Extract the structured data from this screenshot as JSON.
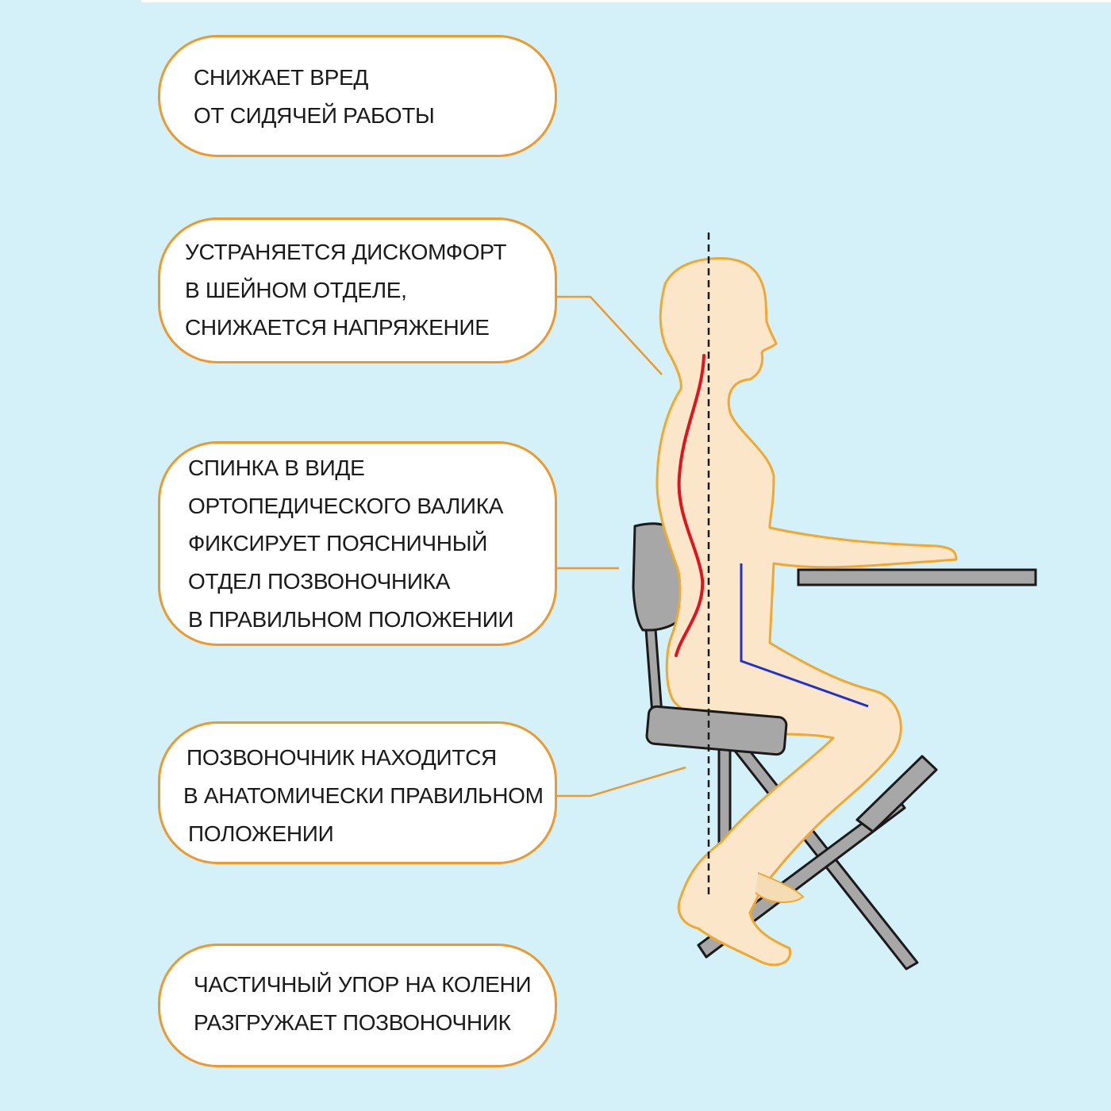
{
  "callouts": [
    {
      "lines": [
        "СНИЖАЕТ ВРЕД",
        "ОТ СИДЯЧЕЙ РАБОТЫ"
      ]
    },
    {
      "lines": [
        "УСТРАНЯЕТСЯ ДИСКОМФОРТ",
        "В ШЕЙНОМ ОТДЕЛЕ,",
        "СНИЖАЕТСЯ НАПРЯЖЕНИЕ"
      ]
    },
    {
      "lines": [
        "СПИНКА В ВИДЕ",
        "ОРТОПЕДИЧЕСКОГО ВАЛИКА",
        "ФИКСИРУЕТ ПОЯСНИЧНЫЙ",
        "ОТДЕЛ ПОЗВОНОЧНИКА",
        "В ПРАВИЛЬНОМ ПОЛОЖЕНИИ"
      ]
    },
    {
      "lines": [
        "ПОЗВОНОЧНИК  НАХОДИТСЯ",
        " В АНАТОМИЧЕСКИ ПРАВИЛЬНОМ",
        "ПОЛОЖЕНИИ"
      ]
    },
    {
      "lines": [
        "ЧАСТИЧНЫЙ УПОР НА КОЛЕНИ",
        "РАЗГРУЖАЕТ ПОЗВОНОЧНИК"
      ]
    }
  ],
  "colors": {
    "background": "#d4f0f9",
    "callout_border": "#ec9a2e",
    "body_fill": "#fbe6c9",
    "body_outline": "#f0a830",
    "chair": "#a7a7a7",
    "spine": "#e0141e",
    "posture_guide": "#1f2fd0"
  },
  "icons": [
    "body-silhouette",
    "kneeling-chair",
    "desk",
    "vertical-dashed-line"
  ]
}
